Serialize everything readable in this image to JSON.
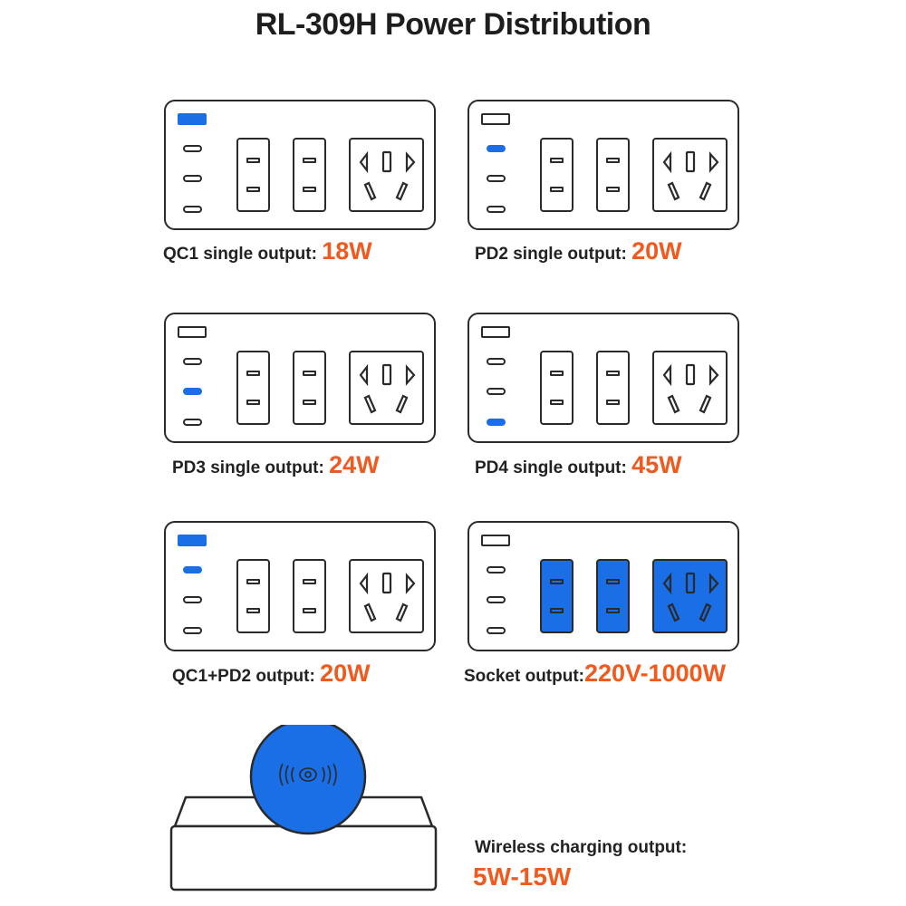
{
  "title": "RL-309H Power Distribution",
  "colors": {
    "accent_blue": "#1a6ee6",
    "value_orange": "#f05a1e",
    "outline": "#2a2a2a"
  },
  "panels": [
    {
      "label": "QC1 single output:",
      "value": "18W",
      "active": [
        "qc1"
      ]
    },
    {
      "label": "PD2 single output:",
      "value": "20W",
      "active": [
        "pd2"
      ]
    },
    {
      "label": "PD3 single output:",
      "value": "24W",
      "active": [
        "pd3"
      ]
    },
    {
      "label": "PD4 single output:",
      "value": "45W",
      "active": [
        "pd4"
      ]
    },
    {
      "label": "QC1+PD2 output:",
      "value": "20W",
      "active": [
        "qc1",
        "pd2"
      ]
    },
    {
      "label": "Socket output:",
      "value": "220V-1000W",
      "active": [
        "socket1",
        "socket2",
        "socket3"
      ]
    }
  ],
  "wireless": {
    "label": "Wireless charging output:",
    "value": "5W-15W",
    "icon": "wireless-charging-icon"
  }
}
